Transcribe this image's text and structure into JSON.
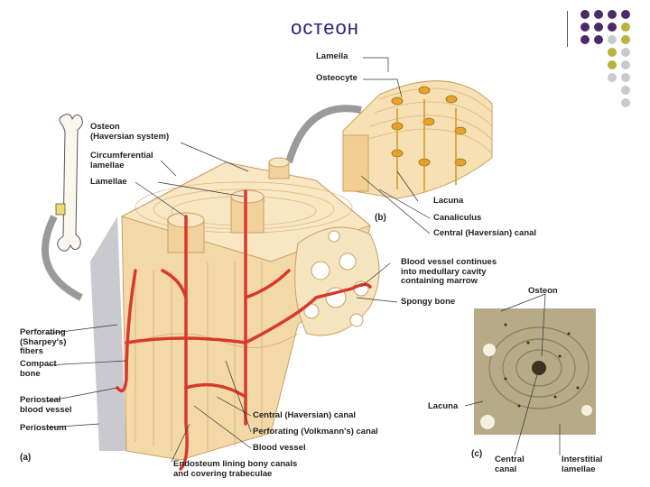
{
  "title": "остеон",
  "dots_colors": {
    "purple": "#4b2a68",
    "olive": "#b9b33d",
    "gray": "#c9c9d0"
  },
  "labels": {
    "lamella": "Lamella",
    "osteocyte": "Osteocyte",
    "osteon": "Osteon\n(Haversian system)",
    "circumferential": "Circumferential\nlamellae",
    "lamellae": "Lamellae",
    "lacuna_b": "Lacuna",
    "canaliculus": "Canaliculus",
    "central_canal_b": "Central (Haversian) canal",
    "blood_vessel_cont": "Blood vessel continues\ninto medullary cavity\ncontaining marrow",
    "spongy": "Spongy bone",
    "osteon_c": "Osteon",
    "perforating": "Perforating\n(Sharpey's)\nfibers",
    "compact": "Compact\nbone",
    "periosteal": "Periosteal\nblood vessel",
    "periosteum": "Periosteum",
    "central_canal_a": "Central (Haversian) canal",
    "volkmann": "Perforating (Volkmann's) canal",
    "blood_vessel": "Blood vessel",
    "endosteum": "Endosteum lining bony canals\nand covering trabeculae",
    "lacuna_c": "Lacuna",
    "central_canal_c": "Central\ncanal",
    "interstitial": "Interstitial\nlamellae"
  },
  "panels": {
    "a": "(a)",
    "b": "(b)",
    "c": "(c)"
  }
}
